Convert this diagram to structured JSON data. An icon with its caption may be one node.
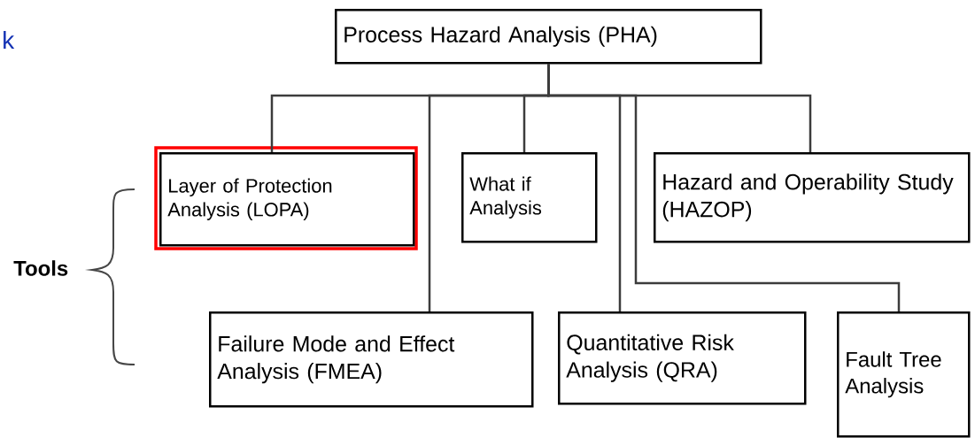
{
  "diagram": {
    "nodes": [
      {
        "text": [
          "Process Hazard Analysis (PHA)"
        ]
      },
      {
        "text": [
          "Layer of Protection Analysis (LOPA)"
        ]
      },
      {
        "text": [
          "What if Analysis"
        ]
      },
      {
        "text": [
          "Hazard and Operability Study (HAZOP)"
        ]
      },
      {
        "text": [
          "Failure Mode and Effect Analysis (FMEA)"
        ]
      },
      {
        "text": [
          "Quantitative Risk Analysis (QRA)"
        ]
      },
      {
        "text": [
          "Fault Tree Analysis"
        ]
      }
    ],
    "edges": [
      {
        "from": 0,
        "to": 1,
        "arrow": "none"
      },
      {
        "from": 0,
        "to": 4,
        "arrow": "none"
      },
      {
        "from": 0,
        "to": 2,
        "arrow": "none"
      },
      {
        "from": 0,
        "to": 5,
        "arrow": "none"
      },
      {
        "from": 0,
        "to": 6,
        "arrow": "none"
      },
      {
        "from": 0,
        "to": 3,
        "arrow": "none"
      }
    ],
    "labels": [
      "k",
      "Tools"
    ]
  }
}
